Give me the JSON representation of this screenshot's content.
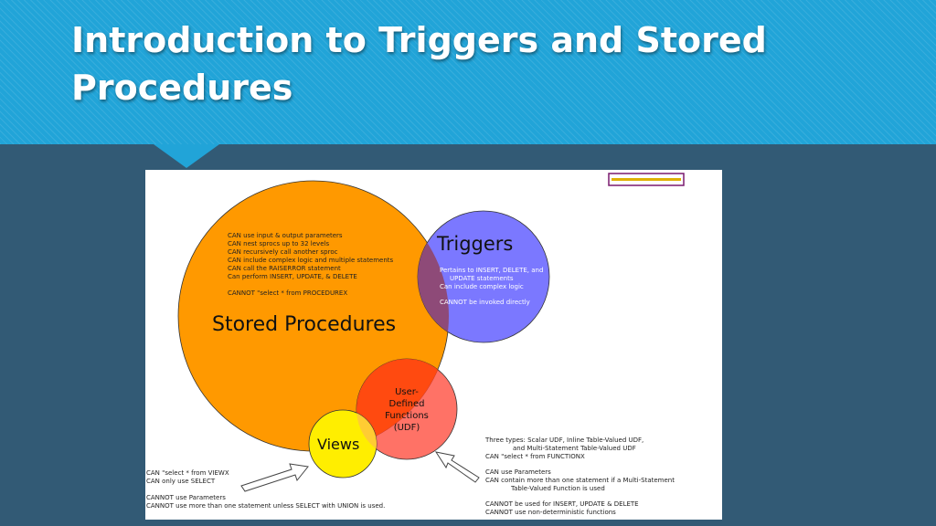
{
  "slide": {
    "title_lines": [
      "Introduction to Triggers and Stored",
      "Procedures"
    ]
  },
  "diagram": {
    "stored_procedures": {
      "label": "Stored Procedures",
      "color": "#ff9900",
      "notes": [
        "CAN use input & output parameters",
        "CAN nest sprocs up to 32 levels",
        "CAN recursively call another sproc",
        "CAN include complex logic and multiple statements",
        "CAN call the RAISERROR statement",
        "Can perform INSERT, UPDATE, & DELETE",
        "",
        "CANNOT \"select * from PROCEDUREX"
      ]
    },
    "triggers": {
      "label": "Triggers",
      "color": "#7b78ff",
      "notes": [
        "Pertains to INSERT, DELETE, and",
        "UPDATE statements",
        "Can include complex logic",
        "",
        "CANNOT be invoked directly"
      ]
    },
    "udf": {
      "label_lines": [
        "User-",
        "Defined",
        "Functions",
        "(UDF)"
      ],
      "color": "#ff3b2b",
      "notes": [
        "Three types: Scalar UDF, Inline Table-Valued UDF,",
        "and Multi-Statement Table-Valued UDF",
        "CAN \"select * from FUNCTIONX",
        "",
        "CAN use Parameters",
        "CAN contain more than one statement if a Multi-Statement",
        "Table-Valued Function is used",
        "",
        "CANNOT be used for INSERT, UPDATE & DELETE",
        "CANNOT use non-deterministic functions"
      ]
    },
    "views": {
      "label": "Views",
      "color": "#ffee00",
      "notes": [
        "CAN \"select * from VIEWX",
        "CAN only use SELECT",
        "",
        "CANNOT use Parameters",
        "CANNOT use more than one statement unless SELECT with UNION is used."
      ]
    }
  }
}
